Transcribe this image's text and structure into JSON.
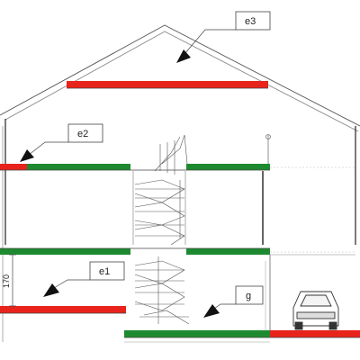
{
  "labels": {
    "e1": "e1",
    "e2": "e2",
    "e3": "e3",
    "g": "g",
    "dimension": "170"
  },
  "colors": {
    "red": "#e8231b",
    "green": "#1e8a2f",
    "line": "#333333",
    "grey": "#9a9a9a"
  }
}
